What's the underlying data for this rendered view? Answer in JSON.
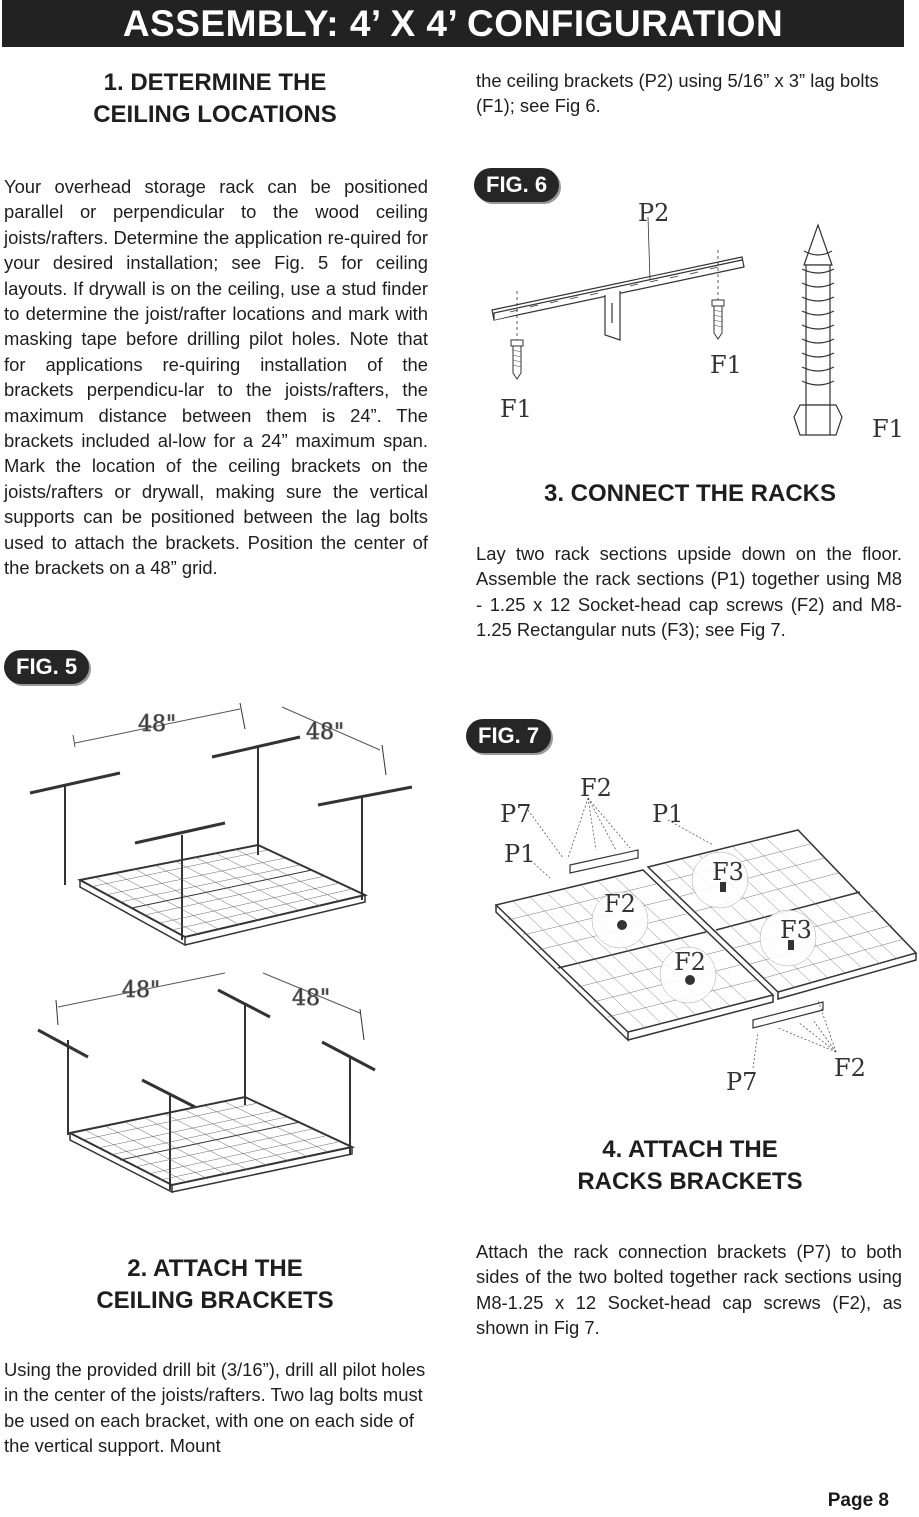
{
  "banner": {
    "title": "ASSEMBLY: 4’ X 4’ CONFIGURATION"
  },
  "section1": {
    "heading_line1": "1. DETERMINE THE",
    "heading_line2": "CEILING LOCATIONS",
    "body": "Your overhead storage rack can be positioned parallel or perpendicular to the wood ceiling joists/rafters. Determine the application re-quired for your desired installation; see Fig. 5 for ceiling layouts. If drywall is on the ceiling, use a stud finder to determine the joist/rafter locations and mark with masking tape before drilling pilot holes. Note that for applications re-quiring installation of the brackets perpendicu-lar to the joists/rafters, the maximum distance between them is 24”. The brackets included al-low for a 24” maximum span. Mark the location of the ceiling brackets on the joists/rafters or drywall, making sure the vertical supports can be positioned between the lag bolts used to attach the brackets. Position the center of the brackets on a 48” grid."
  },
  "fig5": {
    "badge": "FIG. 5",
    "dim_top_left": "48\"",
    "dim_top_right": "48\"",
    "dim_bottom_left": "48\"",
    "dim_bottom_right": "48\""
  },
  "section2": {
    "heading_line1": "2. ATTACH THE",
    "heading_line2": "CEILING BRACKETS",
    "body": "Using the provided drill bit (3/16”), drill all pilot holes in the center of the joists/rafters. Two lag bolts must be used on each bracket, with one on each side of the vertical support. Mount",
    "continued": "the ceiling brackets (P2) using 5/16” x 3” lag bolts (F1); see Fig 6."
  },
  "fig6": {
    "badge": "FIG. 6",
    "label_p2": "P2",
    "label_f1_left": "F1",
    "label_f1_mid": "F1",
    "label_f1_right": "F1"
  },
  "section3": {
    "heading": "3. CONNECT THE RACKS",
    "body": "Lay two rack sections upside down on the floor. Assemble the rack sections (P1) together using M8 - 1.25 x 12 Socket-head cap screws (F2) and M8-1.25 Rectangular nuts (F3); see Fig 7."
  },
  "fig7": {
    "badge": "FIG. 7",
    "label_f2_top": "F2",
    "label_p7_top": "P7",
    "label_p1_right": "P1",
    "label_p1_left": "P1",
    "label_f3_top": "F3",
    "label_f2_left": "F2",
    "label_f3_right": "F3",
    "label_f2_mid": "F2",
    "label_p7_bottom": "P7",
    "label_f2_bottom": "F2"
  },
  "section4": {
    "heading_line1": "4. ATTACH THE",
    "heading_line2": "RACKS BRACKETS",
    "body": "Attach the rack connection brackets (P7) to both sides of the two bolted together rack sections using M8-1.25 x 12 Socket-head cap screws (F2), as shown in Fig 7."
  },
  "footer": {
    "page": "Page 8"
  }
}
